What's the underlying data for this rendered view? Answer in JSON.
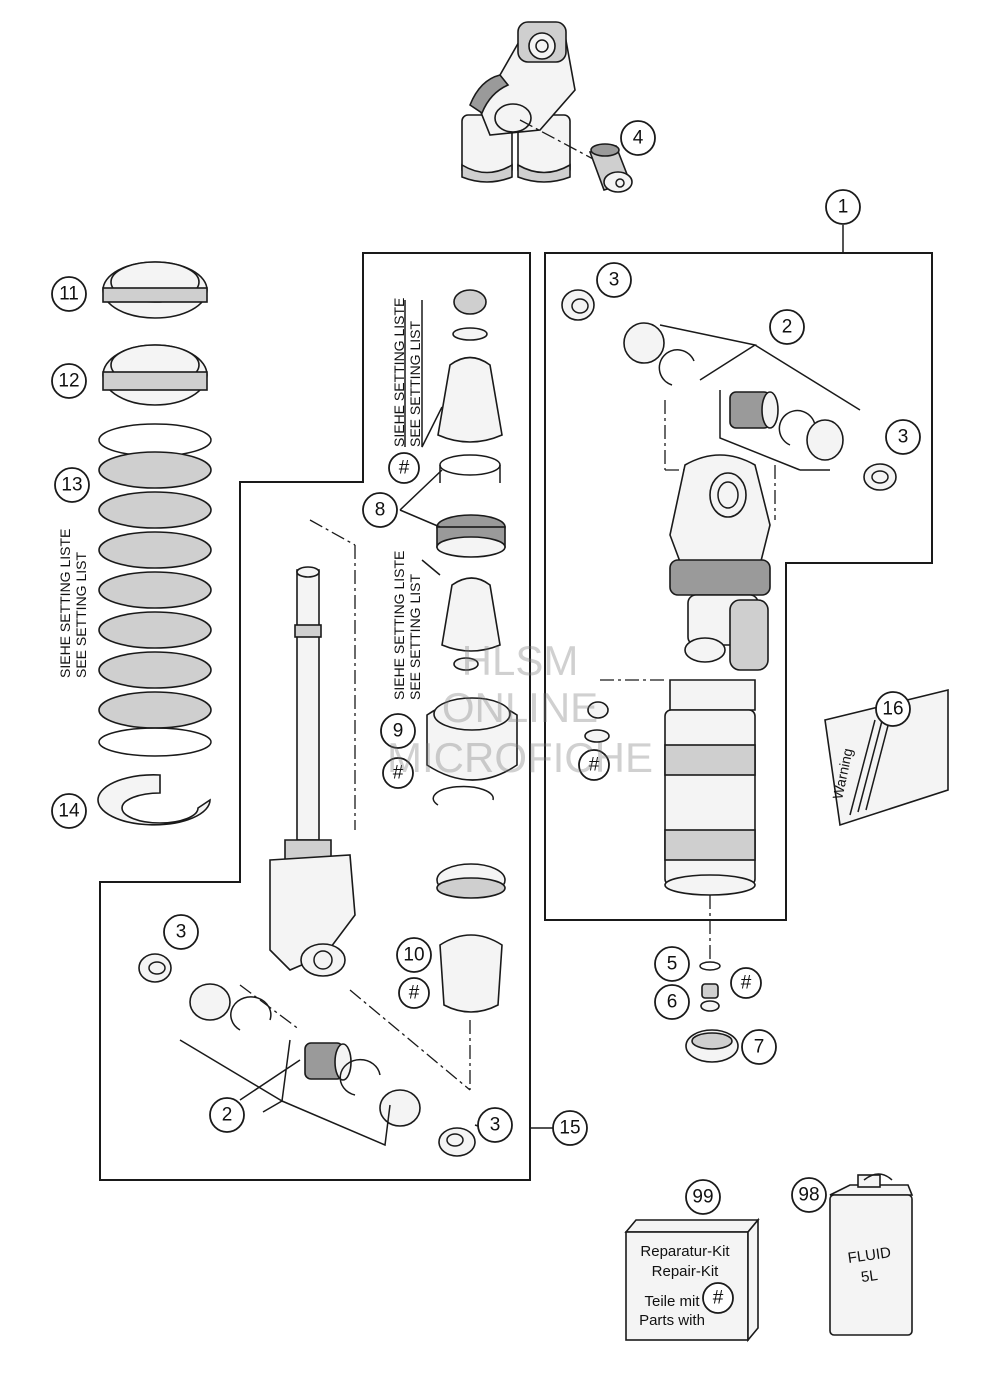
{
  "callouts": {
    "c1": "1",
    "c2a": "2",
    "c2b": "2",
    "c3a": "3",
    "c3b": "3",
    "c3c": "3",
    "c3d": "3",
    "c4": "4",
    "c5": "5",
    "c6": "6",
    "c7": "7",
    "c8": "8",
    "c9": "9",
    "c10": "10",
    "c11": "11",
    "c12": "12",
    "c13": "13",
    "c14": "14",
    "c15": "15",
    "c16": "16",
    "c98": "98",
    "c99": "99",
    "hash": "#"
  },
  "setting_labels": {
    "line1": "SIEHE SETTING LISTE",
    "line2": "SEE SETTING LIST"
  },
  "repair_kit": {
    "line1": "Reparatur-Kit",
    "line2": "Repair-Kit",
    "line3": "Teile mit",
    "line4": "Parts with"
  },
  "fluid_can": {
    "line1": "FLUID",
    "line2": "5L"
  },
  "warning_label": {
    "title": "Warning"
  },
  "watermark": {
    "line1": "HLSM",
    "line2": "ONLINE",
    "line3": "MICROFICHE"
  }
}
